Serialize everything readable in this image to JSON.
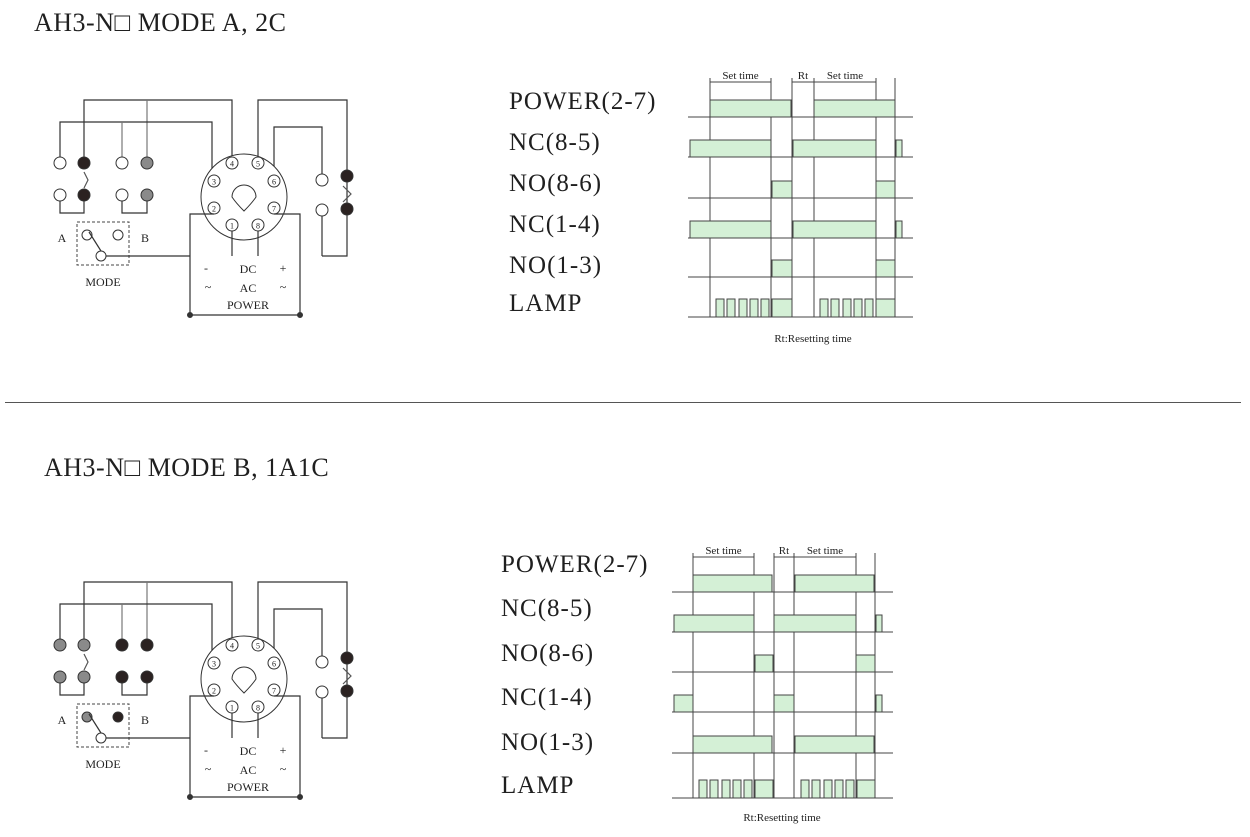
{
  "panels": [
    {
      "title": "AH3-N□  MODE A, 2C",
      "mode": "A",
      "signals": [
        "POWER(2-7)",
        "NC(8-5)",
        "NO(8-6)",
        "NC(1-4)",
        "NO(1-3)",
        "LAMP"
      ],
      "timing_labels": {
        "set_time": "Set time",
        "reset": "Rt"
      },
      "footnote": "Rt:Resetting time",
      "wiring_labels": {
        "a": "A",
        "b": "B",
        "mode": "MODE",
        "minus": "-",
        "plus": "+",
        "dc": "DC",
        "ac": "AC",
        "tilde": "~",
        "power": "POWER"
      },
      "pins": [
        "1",
        "2",
        "3",
        "4",
        "5",
        "6",
        "7",
        "8"
      ]
    },
    {
      "title": "AH3-N□  MODE B, 1A1C",
      "mode": "B",
      "signals": [
        "POWER(2-7)",
        "NC(8-5)",
        "NO(8-6)",
        "NC(1-4)",
        "NO(1-3)",
        "LAMP"
      ],
      "timing_labels": {
        "set_time": "Set time",
        "reset": "Rt"
      },
      "footnote": "Rt:Resetting time",
      "wiring_labels": {
        "a": "A",
        "b": "B",
        "mode": "MODE",
        "minus": "-",
        "plus": "+",
        "dc": "DC",
        "ac": "AC",
        "tilde": "~",
        "power": "POWER"
      },
      "pins": [
        "1",
        "2",
        "3",
        "4",
        "5",
        "6",
        "7",
        "8"
      ]
    }
  ],
  "colors": {
    "pulse_fill": "#d4f0d6",
    "line": "#333333",
    "grey_node": "#8a8a8a",
    "dark_node": "#2b2221"
  }
}
